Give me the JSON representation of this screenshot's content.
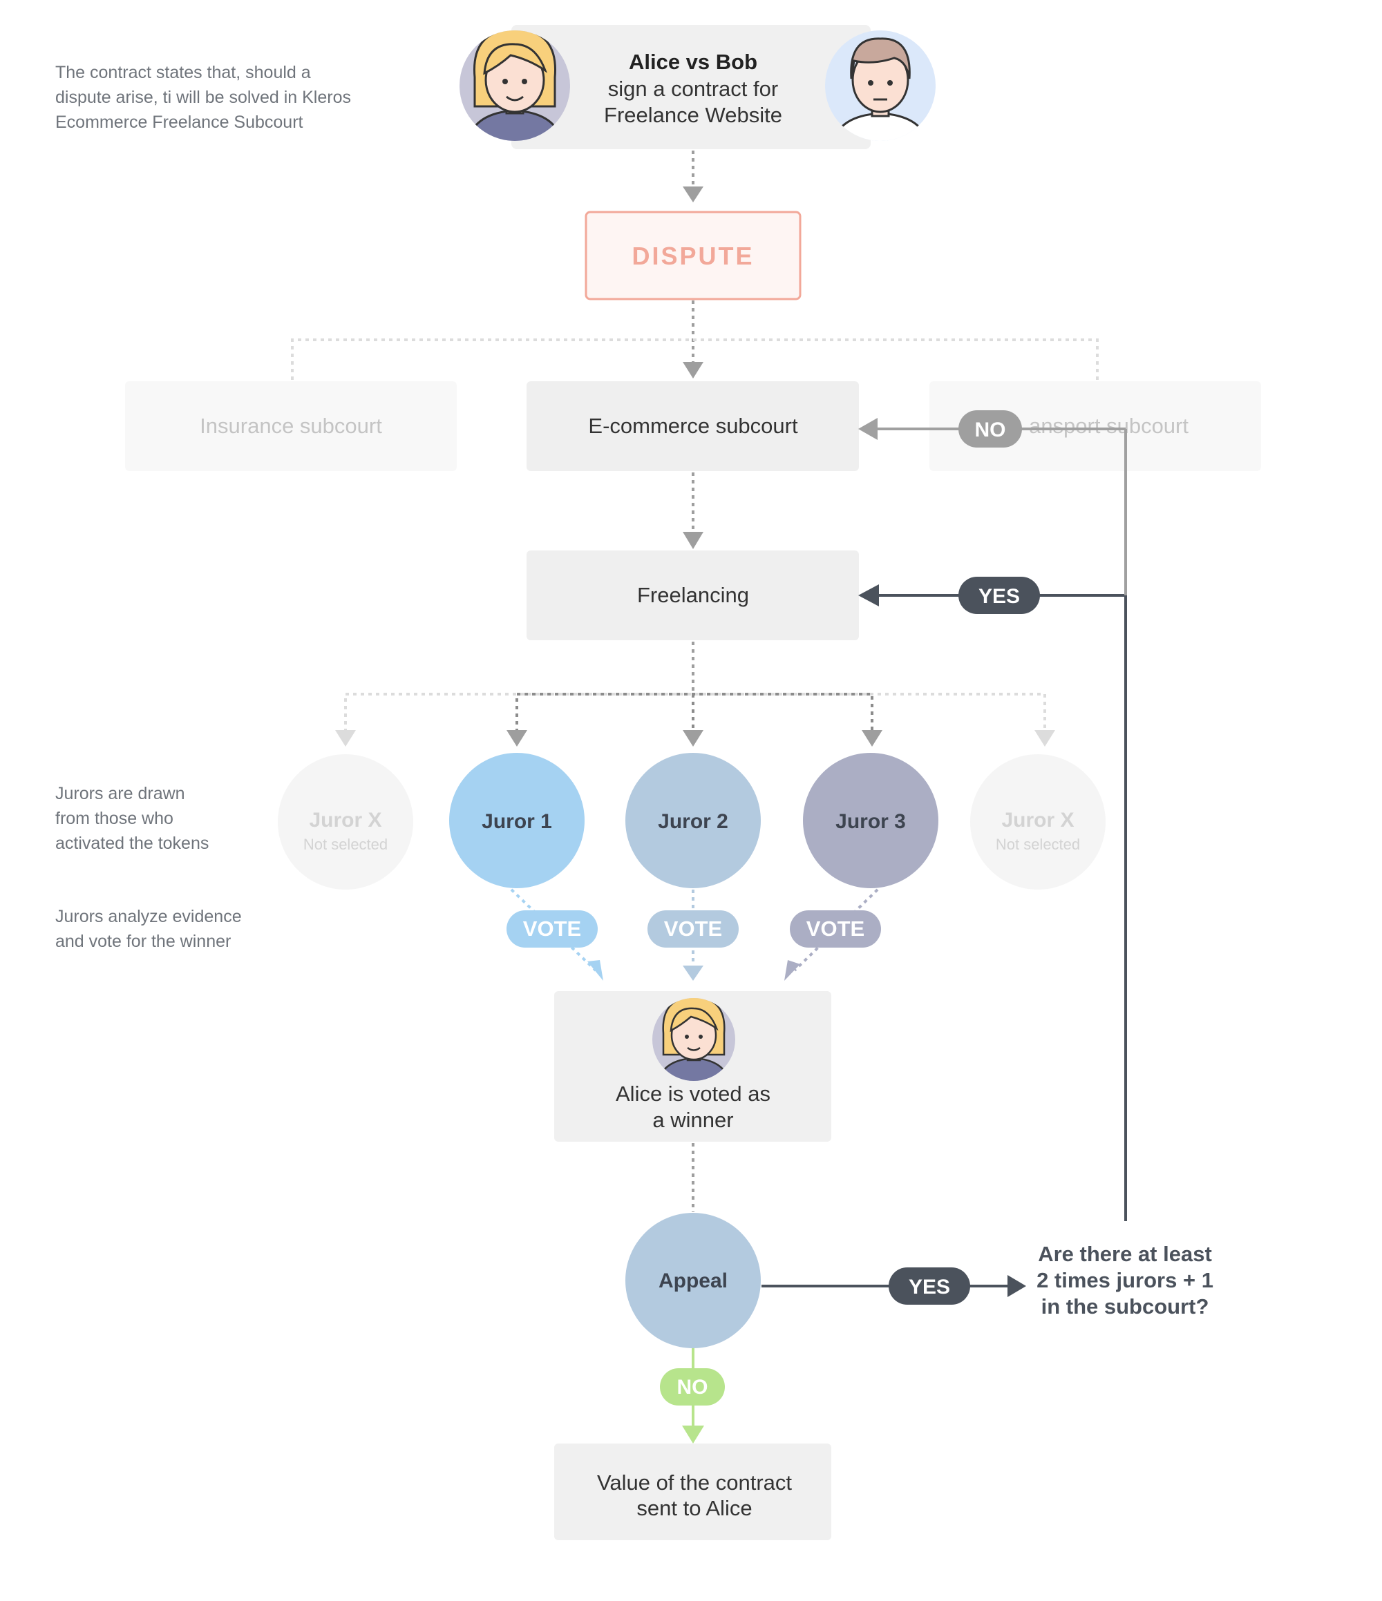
{
  "notes": {
    "contract": [
      "The contract states that, should a",
      "dispute arise, ti will be solved in Kleros",
      "Ecommerce Freelance Subcourt"
    ],
    "jurors_drawn": [
      "Jurors are drawn",
      "from those who",
      "activated the tokens"
    ],
    "jurors_vote": [
      "Jurors analyze evidence",
      "and vote for the winner"
    ]
  },
  "header": {
    "title": "Alice vs Bob",
    "line2": "sign a contract for",
    "line3": "Freelance Website"
  },
  "dispute": {
    "label": "DISPUTE"
  },
  "subcourts": {
    "insurance": "Insurance subcourt",
    "ecommerce": "E-commerce subcourt",
    "transport": "ansport subcourt"
  },
  "freelancing": {
    "label": "Freelancing"
  },
  "jurors": [
    {
      "name": "Juror X",
      "sub": "Not selected"
    },
    {
      "name": "Juror 1"
    },
    {
      "name": "Juror 2"
    },
    {
      "name": "Juror 3"
    },
    {
      "name": "Juror X",
      "sub": "Not selected"
    }
  ],
  "vote_label": "VOTE",
  "winner": {
    "line1": "Alice is voted as",
    "line2": "a winner"
  },
  "appeal": {
    "label": "Appeal"
  },
  "badges": {
    "no_top": "NO",
    "yes_mid": "YES",
    "yes_appeal": "YES",
    "no_appeal": "NO"
  },
  "question": [
    "Are there at least",
    "2 times jurors + 1",
    "in the subcourt?"
  ],
  "result": {
    "line1": "Value of the contract",
    "line2": "sent to Alice"
  },
  "colors": {
    "juror1": "#a5d2f2",
    "juror2": "#b3cadf",
    "juror3": "#abaec4",
    "dispute": "#f2a899",
    "dark_badge": "#4b525c",
    "green": "#b7e48c"
  }
}
